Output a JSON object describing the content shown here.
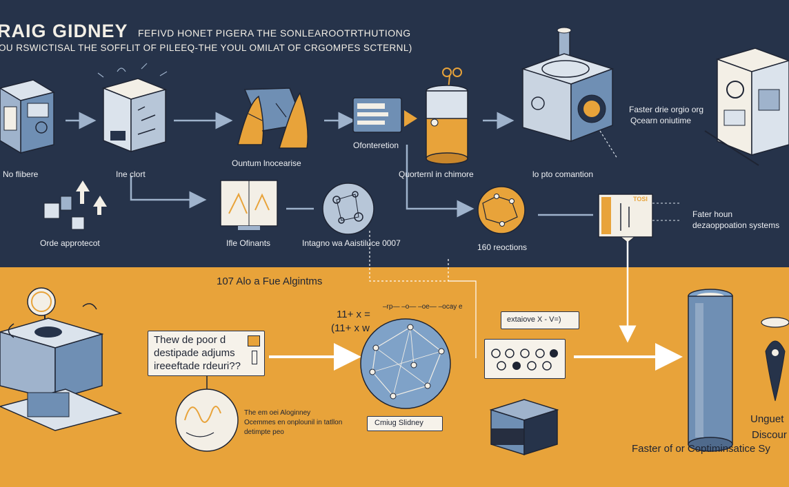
{
  "title": {
    "main": "RAIG GIDNEY",
    "line1": "FEFIVD HONET PIGERA THE SONLEAROOTRTHUTIONG",
    "line2": "OU RSWICTISAL THE SOFFLIT OF  PILEEQ-THE YOUL OMILAT OF CRGOMPES SCTERNL)"
  },
  "top_row": {
    "n1": "No flibere",
    "n2": "Ine clort",
    "n3": "Ountum lnocearise",
    "n4": "Ofonteretion",
    "n5": "Quorternl in chimore",
    "n6": "lo pto comantion",
    "n7_line1": "Faster drie orgio org",
    "n7_line2": "Qcearn oniutime"
  },
  "middle_row": {
    "m1": "Orde approtecot",
    "m2": "Ifle Ofinants",
    "m3": "Intagno wa Aaistiluce 0007",
    "m4": "160 reoctions",
    "m5_line1": "Fater houn",
    "m5_line2": "dezaoppoation systems",
    "m5_tag": "TOSI"
  },
  "bottom": {
    "algorithms": "107 Alo a Fue Algintms",
    "box_line1": "Thew de poor d",
    "box_line2": "destipade adjums",
    "box_line3": "ireeeftade rdeuri??",
    "formula1": "11+ x  =",
    "formula2": "(11+ x  w",
    "formula_dashes": "–rp— –o— –oe— –ocay  e",
    "network_label": "Cmiug Slidney",
    "circle_line1": "The em oei Aloginney",
    "circle_line2": "Ocemmes en onplounil in tatllon",
    "circle_line3": "detimpte peo",
    "explore": "extaiove   X - V=)",
    "right1": "Unguet",
    "right2": "Discour",
    "right3": "Faster of or Coptiminsatice Sy"
  },
  "colors": {
    "navy": "#26334a",
    "orange": "#e8a33a",
    "steel": "#6f8fb4",
    "cream": "#f3efe6"
  }
}
